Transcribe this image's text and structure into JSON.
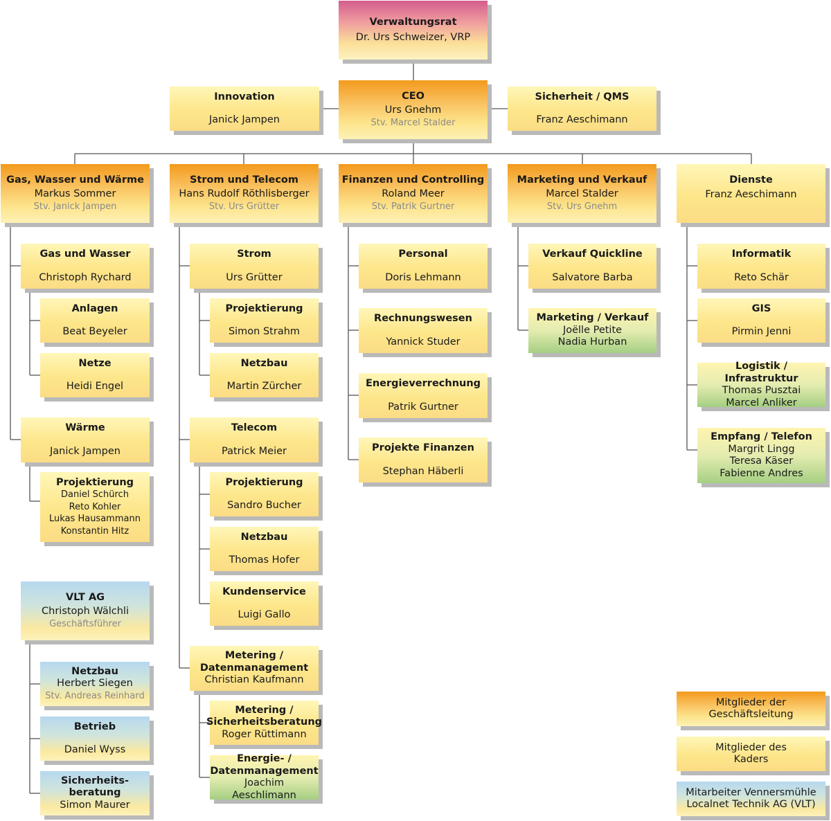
{
  "boxes": {
    "vr": {
      "title": "Verwaltungsrat",
      "line1": "Dr. Urs Schweizer, VRP"
    },
    "innovation": {
      "title": "Innovation",
      "line1": "Janick Jampen"
    },
    "ceo": {
      "title": "CEO",
      "line1": "Urs Gnehm",
      "deputy": "Stv. Marcel Stalder"
    },
    "sicherheit": {
      "title": "Sicherheit / QMS",
      "line1": "Franz Aeschimann"
    },
    "gww": {
      "title": "Gas, Wasser und Wärme",
      "line1": "Markus Sommer",
      "deputy": "Stv. Janick Jampen"
    },
    "stt": {
      "title": "Strom und Telecom",
      "line1": "Hans Rudolf Röthlisberger",
      "deputy": "Stv. Urs Grütter"
    },
    "fc": {
      "title": "Finanzen und Controlling",
      "line1": "Roland Meer",
      "deputy": "Stv. Patrik Gurtner"
    },
    "mv": {
      "title": "Marketing und Verkauf",
      "line1": "Marcel Stalder",
      "deputy": "Stv. Urs Gnehm"
    },
    "dienste": {
      "title": "Dienste",
      "line1": "Franz Aeschimann"
    },
    "gaswasser": {
      "title": "Gas und Wasser",
      "line1": "Christoph Rychard"
    },
    "anlagen": {
      "title": "Anlagen",
      "line1": "Beat Beyeler"
    },
    "netze": {
      "title": "Netze",
      "line1": "Heidi Engel"
    },
    "waerme": {
      "title": "Wärme",
      "line1": "Janick Jampen"
    },
    "projw": {
      "title": "Projektierung",
      "names": [
        "Daniel Schürch",
        "Reto Kohler",
        "Lukas Hausammann",
        "Konstantin Hitz"
      ]
    },
    "vlt": {
      "title": "VLT AG",
      "line1": "Christoph Wälchli",
      "deputy": "Geschäftsführer"
    },
    "vltnetz": {
      "title": "Netzbau",
      "line1": "Herbert Siegen",
      "deputy": "Stv. Andreas Reinhard"
    },
    "betrieb": {
      "title": "Betrieb",
      "line1": "Daniel Wyss"
    },
    "sichber": {
      "title1": "Sicherheits-",
      "title2": "beratung",
      "line1": "Simon Maurer"
    },
    "strom": {
      "title": "Strom",
      "line1": "Urs Grütter"
    },
    "projs": {
      "title": "Projektierung",
      "line1": "Simon Strahm"
    },
    "netzbaus": {
      "title": "Netzbau",
      "line1": "Martin Zürcher"
    },
    "telecom": {
      "title": "Telecom",
      "line1": "Patrick Meier"
    },
    "projt": {
      "title": "Projektierung",
      "line1": "Sandro Bucher"
    },
    "netzbaut": {
      "title": "Netzbau",
      "line1": "Thomas Hofer"
    },
    "kunden": {
      "title": "Kundenservice",
      "line1": "Luigi Gallo"
    },
    "meter": {
      "title1": "Metering /",
      "title2": "Datenmanagement",
      "line1": "Christian Kaufmann"
    },
    "metsich": {
      "title1": "Metering /",
      "title2": "Sicherheitsberatung",
      "line1": "Roger Rüttimann"
    },
    "energie": {
      "title1": "Energie- /",
      "title2": "Datenmanagement",
      "line1": "Joachim Aeschlimann"
    },
    "personal": {
      "title": "Personal",
      "line1": "Doris Lehmann"
    },
    "rechnung": {
      "title": "Rechnungswesen",
      "line1": "Yannick Studer"
    },
    "energiever": {
      "title": "Energieverrechnung",
      "line1": "Patrik Gurtner"
    },
    "projfin": {
      "title": "Projekte Finanzen",
      "line1": "Stephan Häberli"
    },
    "quickline": {
      "title": "Verkauf Quickline",
      "line1": "Salvatore Barba"
    },
    "mktverk": {
      "title": "Marketing / Verkauf",
      "names": [
        "Joëlle Petite",
        "Nadia Hurban"
      ]
    },
    "informatik": {
      "title": "Informatik",
      "line1": "Reto Schär"
    },
    "gis": {
      "title": "GIS",
      "line1": "Pirmin Jenni"
    },
    "logistik": {
      "title": "Logistik / Infrastruktur",
      "names": [
        "Thomas Pusztai",
        "Marcel Anliker"
      ]
    },
    "empfang": {
      "title": "Empfang / Telefon",
      "names": [
        "Margrit Lingg",
        "Teresa Käser",
        "Fabienne Andres"
      ]
    }
  },
  "legend": [
    {
      "line1": "Mitglieder der",
      "line2": "Geschäftsleitung"
    },
    {
      "line1": "Mitglieder des",
      "line2": "Kaders"
    },
    {
      "line1": "Mitarbeiter Vennersmühle",
      "line2": "Localnet Technik AG (VLT)"
    }
  ],
  "colors": {
    "line": "#555555",
    "orange": "#f39a1c",
    "yellow": "#fde68a",
    "pink": "#d35d8d",
    "blue": "#b6d8ef",
    "green": "#a5cf82",
    "shadow": "#b9b9b9"
  }
}
